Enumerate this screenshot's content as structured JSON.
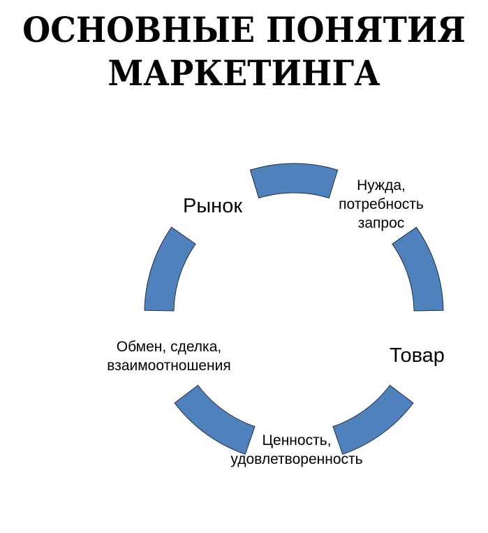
{
  "title": {
    "line1": "ОСНОВНЫЕ ПОНЯТИЯ",
    "line2": "МАРКЕТИНГА"
  },
  "cycle": {
    "fill_color": "#4f81bd",
    "stroke_color": "#1f2f4a",
    "segment_count": 5,
    "labels": {
      "need": [
        "Нужда,",
        "потребность",
        "запрос"
      ],
      "product": "Товар",
      "value": [
        "Ценность,",
        "удовлетворенность"
      ],
      "exchange": [
        "Обмен, сделка,",
        "взаимоотношения"
      ],
      "market": "Рынок"
    }
  }
}
